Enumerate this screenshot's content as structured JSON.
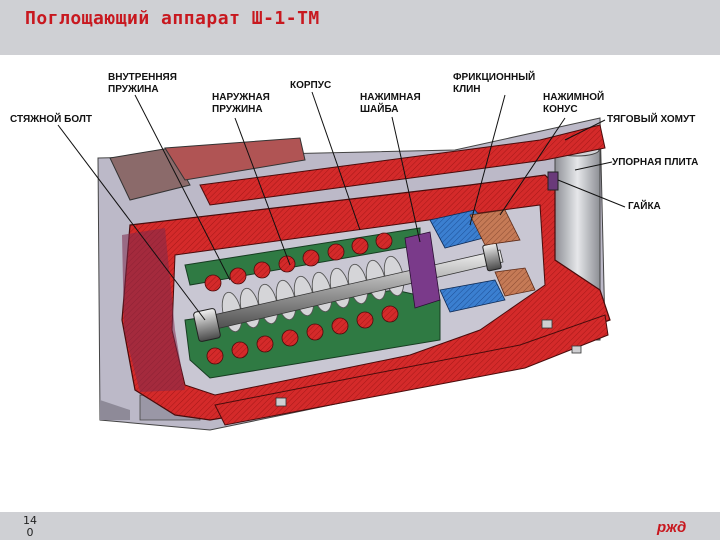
{
  "title": "Поглощающий аппарат Ш-1-ТМ",
  "page_number": {
    "line1": "14",
    "line2": "0"
  },
  "logo_text": "РЖД",
  "labels": {
    "inner_spring": {
      "line1": "ВНУТРЕННЯЯ",
      "line2": "ПРУЖИНА"
    },
    "outer_spring": {
      "line1": "НАРУЖНАЯ",
      "line2": "ПРУЖИНА"
    },
    "housing": "КОРПУС",
    "pressure_washer": {
      "line1": "НАЖИМНАЯ",
      "line2": "ШАЙБА"
    },
    "friction_wedge": {
      "line1": "ФРИКЦИОННЫЙ",
      "line2": "КЛИН"
    },
    "pressure_cone": {
      "line1": "НАЖИМНОЙ",
      "line2": "КОНУС"
    },
    "tie_bolt": "СТЯЖНОЙ БОЛТ",
    "draft_yoke": "ТЯГОВЫЙ ХОМУТ",
    "thrust_plate": "УПОРНАЯ ПЛИТА",
    "nut": "ГАЙКА"
  },
  "colors": {
    "title": "#c8181f",
    "bar": "#cfd0d4",
    "red": "#d42a2a",
    "gray": "#b9b7c4",
    "green": "#2f7a43",
    "blue": "#2f6fc0",
    "brown": "#b86a4a",
    "spring": "#d8d8d8"
  }
}
